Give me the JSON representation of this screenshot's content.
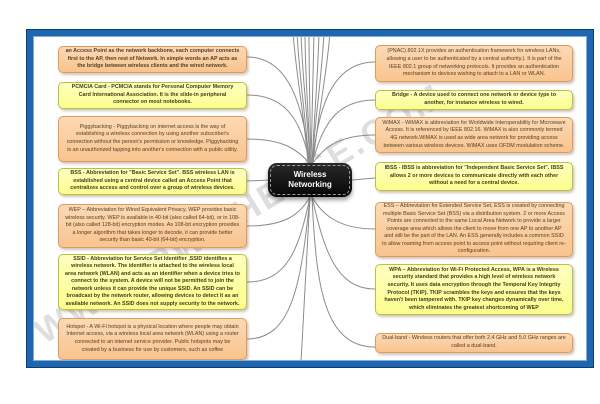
{
  "watermark": "WWW.IPWITHEASE.COM",
  "central": {
    "label": "Wireless Networking"
  },
  "colors": {
    "peach_fill": "#fbcd9f",
    "peach_border": "#dd9b60",
    "yellow_fill": "#fdffa3",
    "yellow_border": "#b5c246",
    "frame_blue": "#1e66b0",
    "frame_dark": "#0e3e6e",
    "line_gray": "#8c8c8c",
    "node_bg": "#0d0d0d",
    "node_text": "#ffffff"
  },
  "left": [
    {
      "id": "access-point",
      "text": "an Access Point as the network backbone, each computer connects first to the AP, then rest of Network. In simple words an AP acts as the bridge between wireless clients and the wired network."
    },
    {
      "id": "pcmcia",
      "text": "PCMCIA Card - PCMCIA stands for Personal Computer Memory Card International Association. It is the slide-in peripheral connector on most notebooks."
    },
    {
      "id": "piggybacking",
      "text": "Piggybacking - Piggybacking on internet access is the way of establishing a wireless connection by using another subscriber's connection without the person's permission or knowledge. Piggybacking is an unauthorized tapping into another's connection with a public utility."
    },
    {
      "id": "bss",
      "text": "BSS - Abbreviation for \"Basic Service Set\". BSS wireless LAN is established using a central device called an Access Point that centralizes access and control over a group of wireless devices."
    },
    {
      "id": "wep",
      "text": "WEP – Abbreviation for Wired Equivalent Privacy, WEP provides basic wireless security. WEP is available in 40-bit (also called 64-bit), or in 108-bit (also called 128-bit) encryption modes. As 108-bit encryption provides a longer algorithm that takes longer to decode, it can provide better security than basic 40-bit (64-bit) encryption."
    },
    {
      "id": "ssid",
      "text": "SSID - Abbreviation for Service Set Identifier ,SSID identifies a wireless network. The identifier is attached to the wireless local area network (WLAN) and acts as an identifier when a device tries to connect to the system. A device will not be permitted to join the network unless it can provide the unique SSID. An SSID can be broadcast by the network router, allowing devices to detect it as an available network. An SSID does not supply security to the network."
    },
    {
      "id": "hotspot",
      "text": "Hotspot - A Wi-Fi hotspot is a physical location where people may obtain Internet access, via a wireless local area network (WLAN) using a router connected to an internet service provider. Public hotspots may be created by a business for use by customers, such as coffee"
    }
  ],
  "right": [
    {
      "id": "8021x",
      "text": "(PNAC).802.1X provides an authentication framework for wireless LANs, allowing a user to be authenticated by a central authority.). It is part of the IEEE 802.1 group of networking protocols. It provides an authentication mechanism to devices wishing to attach to a LAN or WLAN."
    },
    {
      "id": "bridge",
      "text": "Bridge - A device used to connect one network or device type to another, for instance wireless to wired."
    },
    {
      "id": "wimax",
      "text": "WiMAX - WiMAX is abbreviation for Worldwide Interoperability for Microwave Access. It is referenced by IEEE 802.16. WiMAX is also commonly termed 4G network.WiMAX is used as wide area network for providing access between various wireless devices. WiMAX uses OFDM modulation scheme."
    },
    {
      "id": "ibss",
      "text": "IBSS - IBSS is abbreviation for \"Independent Basic Service Set\". IBSS allows 2 or more devices to communicate directly with each other without a need for a central device."
    },
    {
      "id": "ess",
      "text": "ESS – Abbreviation for Extended Service Set, ESS is created by connecting multiple Basic Service Set (BSS) via a distribution system. 2 or more Access Points are connected to the same Local Area Network to provide a larger coverage area which allows the client to move from one AP to another AP and still be the part of the LAN. An ESS generally includes a common SSID to allow roaming from access point to access point without requiring client re-configuration."
    },
    {
      "id": "wpa",
      "text": "WPA – Abbreviation for Wi-Fi Protected Access, WPA is a Wireless security standard that provides a high level of wireless network security. It uses data encryption through the Temporal Key Integrity Protocol (TKIP). TKIP scrambles the keys and ensures that the keys haven't been tampered with. TKIP key changes dynamically over time, which eliminates the greatest shortcoming of WEP"
    },
    {
      "id": "dual-band",
      "text": "Dual-band - Wireless routers that offer both 2.4 GHz and 5.0 GHz ranges are called a dual-band."
    }
  ]
}
